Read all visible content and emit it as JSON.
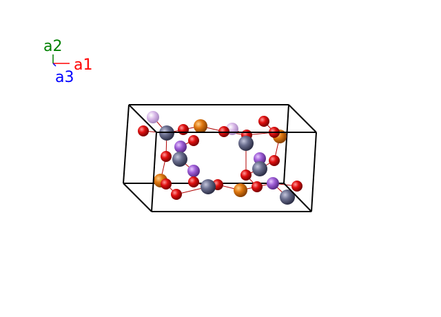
{
  "axes": {
    "a1": {
      "label": "a1",
      "color": "#ff0000"
    },
    "a2": {
      "label": "a2",
      "color": "#008000"
    },
    "a3": {
      "label": "a3",
      "color": "#0000ff"
    }
  },
  "colors": {
    "cell_edge": "#000000",
    "bond": "#b00000",
    "oxygen": "#e00000",
    "metal_gray": "#6b6f8f",
    "metal_orange": "#e07810",
    "metal_purple": "#a060d8",
    "metal_purple_light": "#d8b8e8"
  },
  "atom_legend": [
    {
      "name": "oxygen-atom",
      "color_key": "oxygen"
    },
    {
      "name": "gray-metal-atom",
      "color_key": "metal_gray"
    },
    {
      "name": "orange-metal-atom",
      "color_key": "metal_orange"
    },
    {
      "name": "purple-metal-atom",
      "color_key": "metal_purple"
    }
  ]
}
